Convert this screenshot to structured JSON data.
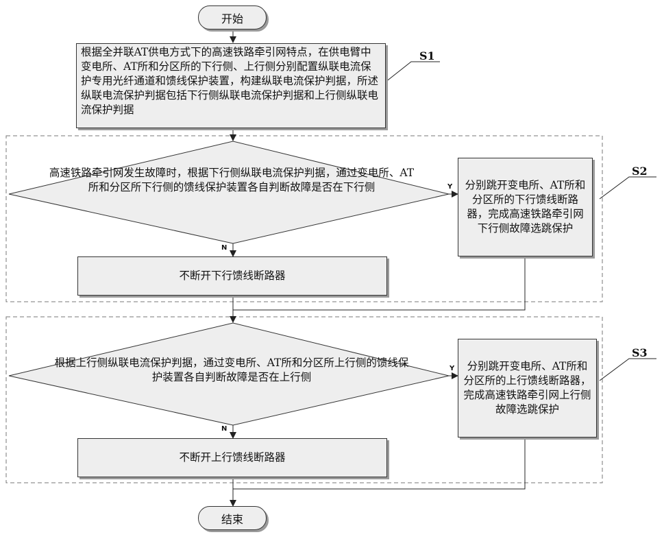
{
  "flow": {
    "start": "开始",
    "end": "结束",
    "s1_text": "根据全并联AT供电方式下的高速铁路牵引网特点，在供电臂中变电所、AT所和分区所的下行侧、上行侧分别配置纵联电流保护专用光纤通道和馈线保护装置，构建纵联电流保护判据，所述纵联电流保护判据包括下行侧纵联电流保护判据和上行侧纵联电流保护判据",
    "s2_decision": "高速铁路牵引网发生故障时，根据下行侧纵联电流保护判据，通过变电所、AT所和分区所下行侧的馈线保护装置各自判断故障是否在下行侧",
    "s2_yes": "分别跳开变电所、AT所和分区所的下行馈线断路器，完成高速铁路牵引网下行侧故障选跳保护",
    "s2_no": "不断开下行馈线断路器",
    "s3_decision": "根据上行侧纵联电流保护判据，通过变电所、AT所和分区所上行侧的馈线保护装置各自判断故障是否在上行侧",
    "s3_yes": "分别跳开变电所、AT所和分区所的上行馈线断路器，完成高速铁路牵引网上行侧故障选跳保护",
    "s3_no": "不断开上行馈线断路器"
  },
  "labels": {
    "yes": "Y",
    "no": "N",
    "s1": "S1",
    "s2": "S2",
    "s3": "S3"
  }
}
